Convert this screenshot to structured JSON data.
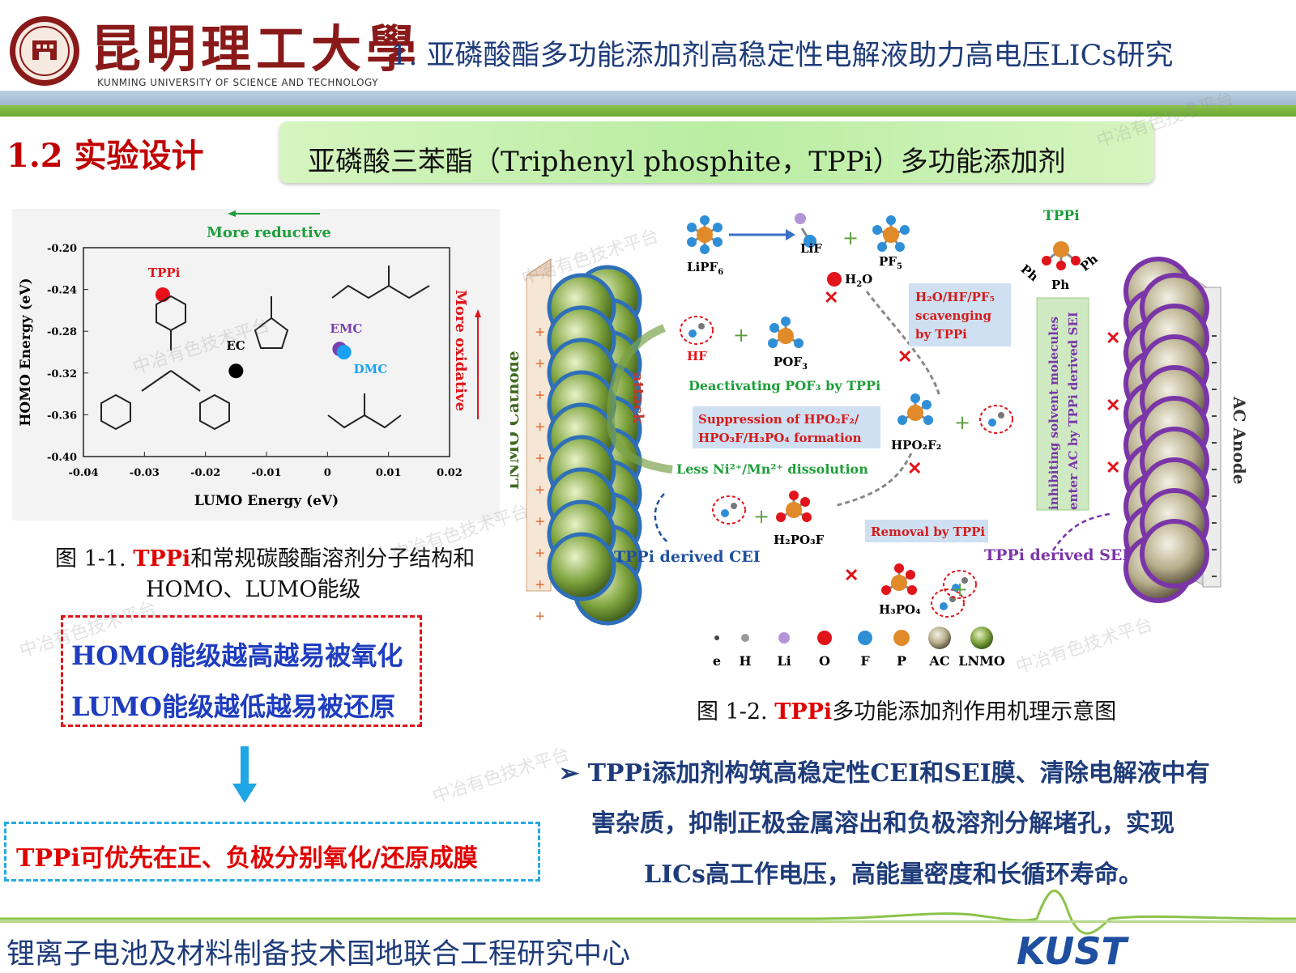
{
  "header": {
    "university_cn": "昆明理工大學",
    "university_en": "KUNMING UNIVERSITY OF SCIENCE AND TECHNOLOGY",
    "slide_title": "1. 亚磷酸酯多功能添加剂高稳定性电解液助力高电压LICs研究"
  },
  "section": {
    "title": "1.2 实验设计",
    "banner": "亚磷酸三苯酯（Triphenyl phosphite，TPPi）多功能添加剂"
  },
  "figure1": {
    "caption_label": "图 1-1. ",
    "caption_highlight": "TPPi",
    "caption_rest": "和常规碳酸酯溶剂分子结构和",
    "caption_line2": "HOMO、LUMO能级",
    "more_reductive": "More reductive",
    "more_oxidative": "More oxidative"
  },
  "chart_data": {
    "type": "scatter",
    "xlabel": "LUMO Energy (eV)",
    "ylabel": "HOMO Energy (eV)",
    "xlim": [
      -0.04,
      0.02
    ],
    "ylim": [
      -0.4,
      -0.2
    ],
    "x_ticks": [
      "-0.04",
      "-0.03",
      "-0.02",
      "-0.01",
      "0",
      "0.01",
      "0.02"
    ],
    "y_ticks": [
      "-0.20",
      "-0.24",
      "-0.28",
      "-0.32",
      "-0.36",
      "-0.40"
    ],
    "points": [
      {
        "label": "TPPi",
        "x": -0.027,
        "y": -0.245,
        "color": "#e8101a"
      },
      {
        "label": "EC",
        "x": -0.015,
        "y": -0.318,
        "color": "#000000"
      },
      {
        "label": "EMC",
        "x": 0.002,
        "y": -0.297,
        "color": "#7b3fb0"
      },
      {
        "label": "DMC",
        "x": 0.0027,
        "y": -0.3,
        "color": "#1aa0f0"
      }
    ]
  },
  "notes": {
    "homo": "HOMO能级越高越易被氧化",
    "lumo": "LUMO能级越低越易被还原",
    "conclusion": "TPPi可优先在正、负极分别氧化/还原成膜"
  },
  "figure2": {
    "caption_label": "图 1-2. ",
    "caption_highlight": "TPPi",
    "caption_rest": "多功能添加剂作用机理示意图",
    "labels": {
      "lipf6": "LiPF",
      "lif": "LiF",
      "pf5": "PF",
      "h2o": "H",
      "hf": "HF",
      "pof3": "POF",
      "scavenging": [
        "H₂O/HF/PF₅",
        "scavenging",
        "by TPPi"
      ],
      "deactivating": "Deactivating POF₃ by TPPi",
      "suppression": [
        "Suppression of HPO₂F₂/",
        "HPO₃F/H₃PO₄ formation"
      ],
      "hpo2f2": "HPO₂F₂",
      "dissolution": "Less Ni²⁺/Mn²⁺ dissolution",
      "attack": "attack",
      "h2po3f": "H₂PO₃F",
      "removal": "Removal by TPPi",
      "h3po4": "H₃PO₄",
      "cei": "TPPi derived CEI",
      "sei": "TPPi derived SEI",
      "cathode": "LNMO Cathode",
      "anode": "AC Anode",
      "inhibit": [
        "inhibiting solvent molecules",
        "enter AC by TPPi derived SEI"
      ],
      "tppi": "TPPi",
      "ph": "Ph",
      "legend": [
        "e",
        "H",
        "Li",
        "O",
        "F",
        "P",
        "AC",
        "LNMO"
      ]
    }
  },
  "summary": {
    "line1": "TPPi添加剂构筑高稳定性CEI和SEI膜、清除电解液中有",
    "line2": "害杂质，抑制正极金属溶出和负极溶剂分解堵孔，实现",
    "line3": "LICs高工作电压，高能量密度和长循环寿命。"
  },
  "footer": {
    "center": "锂离子电池及材料制备技术国地联合工程研究中心",
    "logo": "KUST"
  },
  "watermark": "中冶有色技术平台",
  "colors": {
    "accent_red": "#e00000",
    "title_blue": "#1f3c7a",
    "band_green": "#7bb83e",
    "lnmo_green": "#6f9a35",
    "ac_purple": "#7a35a8"
  }
}
